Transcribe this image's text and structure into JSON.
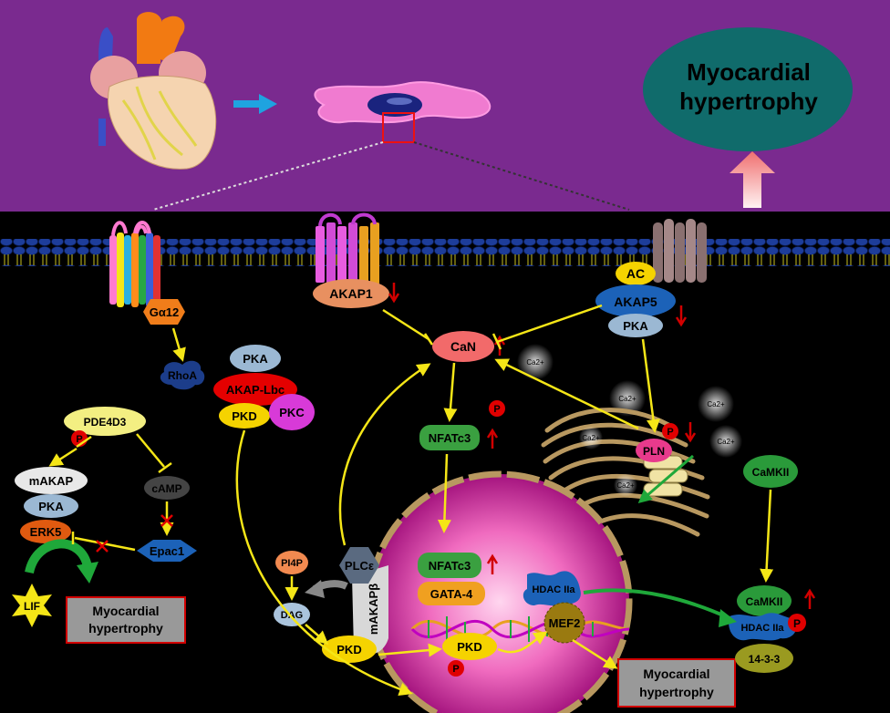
{
  "banner": {
    "outcome": [
      "Myocardial",
      "hypertrophy"
    ]
  },
  "nodes": {
    "galpha12": "Gα12",
    "rhoa": "RhoA",
    "akap1": "AKAP1",
    "ac": "AC",
    "akap5": "AKAP5",
    "pka_top": "PKA",
    "can": "CaN",
    "pka_lbc": "PKA",
    "akap_lbc": "AKAP-Lbc",
    "pkd_lbc": "PKD",
    "pkc": "PKC",
    "pde4d3": "PDE4D3",
    "makap": "mAKAP",
    "pka_left": "PKA",
    "erk5": "ERK5",
    "camp": "cAMP",
    "epac1": "Epac1",
    "lif": "LIF",
    "nfatc3": "NFATc3",
    "pln": "PLN",
    "camkii_cyto": "CaMKII",
    "pi4p": "PI4P",
    "plce": "PLCε",
    "makapb": "mAKAPβ",
    "dag": "DAG",
    "pkd_cyto": "PKD",
    "nfatc3_nuc": "NFATc3",
    "gata4": "GATA-4",
    "hdac_nuc": "HDAC IIa",
    "mef2": "MEF2",
    "pkd_nuc": "PKD",
    "camkii_right": "CaMKII",
    "hdac_right": "HDAC IIa",
    "prot1433": "14-3-3",
    "p": "P"
  },
  "ions": {
    "ca": "Ca2+"
  },
  "outcomes": {
    "left": [
      "Myocardial",
      "hypertrophy"
    ],
    "center": [
      "Myocardial",
      "hypertrophy"
    ]
  },
  "colors": {
    "banner": "#7a2a8f",
    "arrow": "#f5e617",
    "up_arrow": "#d10000",
    "membrane": "#1d3d9a"
  }
}
